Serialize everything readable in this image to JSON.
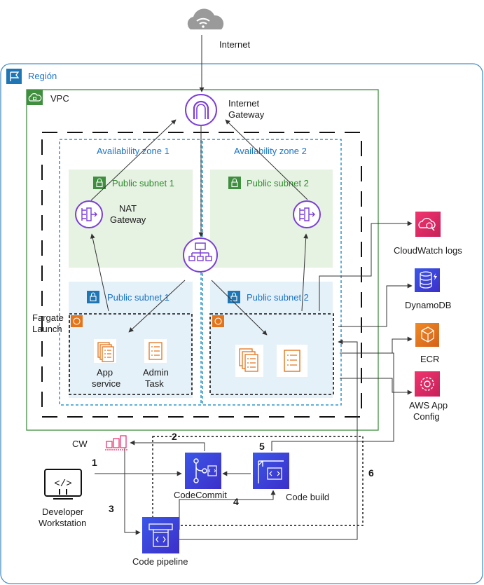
{
  "internet": {
    "label": "Internet"
  },
  "region": {
    "label": "Región"
  },
  "vpc": {
    "label": "VPC"
  },
  "internet_gateway": {
    "line1": "Internet",
    "line2": "Gateway"
  },
  "az1": {
    "label": "Availability zone 1"
  },
  "az2": {
    "label": "Availability zone 2"
  },
  "public_subnet_1_top": {
    "label": "Public subnet 1"
  },
  "public_subnet_2_top": {
    "label": "Public subnet 2"
  },
  "public_subnet_1_bottom": {
    "label": "Public subnet 1"
  },
  "public_subnet_2_bottom": {
    "label": "Public subnet 2"
  },
  "nat_gateway": {
    "line1": "NAT",
    "line2": "Gateway"
  },
  "fargate": {
    "line1": "Fargate",
    "line2": "Launch"
  },
  "app_service": {
    "line1": "App",
    "line2": "service"
  },
  "admin_task": {
    "line1": "Admin",
    "line2": "Task"
  },
  "cloudwatch_logs": {
    "label": "CloudWatch logs"
  },
  "dynamodb": {
    "label": "DynamoDB"
  },
  "ecr": {
    "label": "ECR"
  },
  "aws_app_config": {
    "line1": "AWS App",
    "line2": "Config"
  },
  "cw": {
    "label": "CW"
  },
  "developer": {
    "line1": "Developer",
    "line2": "Workstation"
  },
  "codecommit": {
    "label": "CodeCommit"
  },
  "code_build": {
    "label": "Code build"
  },
  "code_pipeline": {
    "label": "Code pipeline"
  },
  "steps": {
    "s1": "1",
    "s2": "2",
    "s3": "3",
    "s4": "4",
    "s5": "5",
    "s6": "6"
  },
  "colors": {
    "region_border": "#4a90c8",
    "vpc_border": "#3f8f3f",
    "subnet_green_fill": "#e6f2e2",
    "subnet_blue_fill": "#e5f1f8",
    "az_border": "#2e95c9",
    "purple": "#7b3fd6",
    "devtools_blue": "#3e4bd6",
    "pink": "#e5296b",
    "orange": "#e3741a"
  }
}
